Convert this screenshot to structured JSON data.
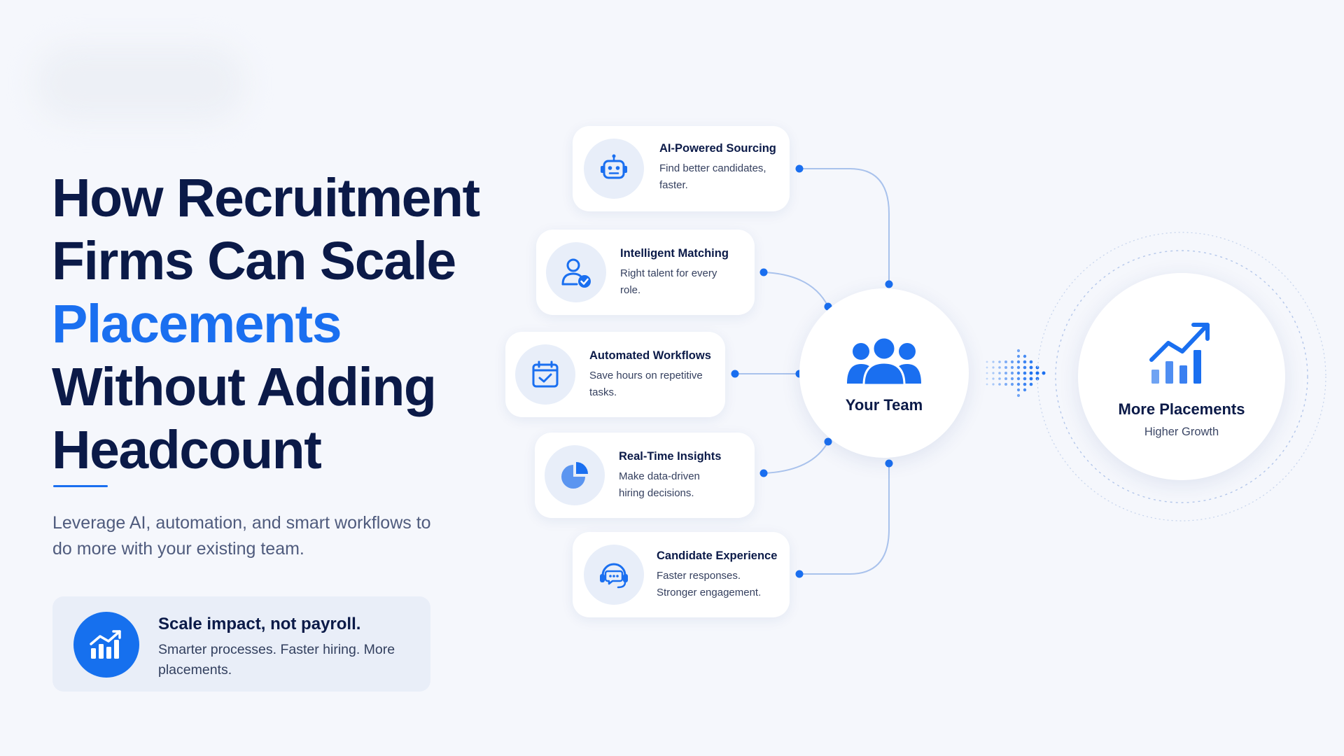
{
  "headline": {
    "line1": "How Recruitment",
    "line2": "Firms Can Scale",
    "line3": "Placements",
    "line4": "Without Adding",
    "line5": "Headcount"
  },
  "subtitle": "Leverage AI, automation, and smart workflows to do more with your existing team.",
  "callout": {
    "title": "Scale impact, not payroll.",
    "text": "Smarter processes. Faster hiring. More placements.",
    "icon": "growth-chart-icon"
  },
  "features": [
    {
      "title": "AI-Powered Sourcing",
      "description": "Find better candidates, faster.",
      "icon": "robot-icon"
    },
    {
      "title": "Intelligent Matching",
      "description": "Right talent for every role.",
      "icon": "user-check-icon"
    },
    {
      "title": "Automated Workflows",
      "description": "Save hours on repetitive tasks.",
      "icon": "calendar-check-icon"
    },
    {
      "title": "Real-Time Insights",
      "description": "Make data-driven hiring decisions.",
      "icon": "pie-chart-icon"
    },
    {
      "title": "Candidate Experience",
      "description": "Faster responses. Stronger engagement.",
      "icon": "headset-chat-icon"
    }
  ],
  "team_hub": {
    "label": "Your Team",
    "icon": "team-icon"
  },
  "outcome": {
    "title": "More Placements",
    "subtitle": "Higher Growth",
    "icon": "growth-chart-icon"
  },
  "colors": {
    "accent": "#1a6ff0",
    "navy": "#0b1a48",
    "muted": "#4f5b7d",
    "background": "#f5f7fc",
    "card": "#ffffff",
    "icon_bg": "#e8eef9"
  }
}
